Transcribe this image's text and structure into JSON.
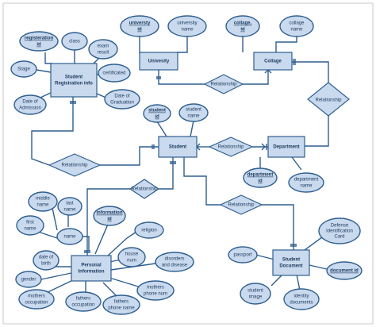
{
  "entities": {
    "university": "Univesity",
    "collage": "Collage",
    "student_registration": [
      "Student",
      "Registration info"
    ],
    "student": "Student",
    "department": "Department",
    "personal_information": [
      "Personal",
      "Information"
    ],
    "student_document": [
      "Student",
      "Document"
    ]
  },
  "relationships": {
    "uni_collage": "Relationship",
    "collage_department": "Relationship",
    "registration_student": "Relationship",
    "student_department": "Relationship",
    "student_personal": "Relationship",
    "student_document": "Relationship"
  },
  "attributes": {
    "university_id": [
      "universty",
      "id"
    ],
    "university_name": [
      "university",
      "name"
    ],
    "collage_id": [
      "collage,",
      "id"
    ],
    "collage_name": [
      "collage",
      "name"
    ],
    "registration_id": [
      "registeration",
      "id"
    ],
    "class": "class",
    "exam_result": [
      "exam",
      "result"
    ],
    "stage": "Stage",
    "certificated": "certificated",
    "date_of_admission": [
      "Date of",
      "Admission"
    ],
    "date_of_graduation": [
      "Date of",
      "Graduation"
    ],
    "student_id": [
      "student",
      "id"
    ],
    "student_name": [
      "student",
      "name"
    ],
    "department_id": [
      "department",
      "id"
    ],
    "department_name": [
      "department",
      "name"
    ],
    "middle_name": [
      "middle",
      "name"
    ],
    "last_name": [
      "last",
      "name"
    ],
    "first_name": [
      "first",
      "name"
    ],
    "name": "name",
    "information_id": [
      "information",
      "id"
    ],
    "religion": "religion",
    "date_of_birth": [
      "date of",
      "birth"
    ],
    "house_num": [
      "house",
      "num"
    ],
    "disorders": [
      "disorders",
      "and disease"
    ],
    "gender": "gender",
    "mothers_occupation": [
      "mothers",
      "occupation"
    ],
    "fathers_occupation": [
      "fathers",
      "occupation"
    ],
    "fathers_phone": [
      "fathers",
      "phone name"
    ],
    "mothers_phone": [
      "mothers",
      "phone num"
    ],
    "passport": "passport",
    "defense_card": [
      "Defense",
      "Identification",
      "Card"
    ],
    "document_id": "document id",
    "student_image": [
      "student",
      "image"
    ],
    "identity_documents": [
      "identity",
      "documents"
    ]
  }
}
